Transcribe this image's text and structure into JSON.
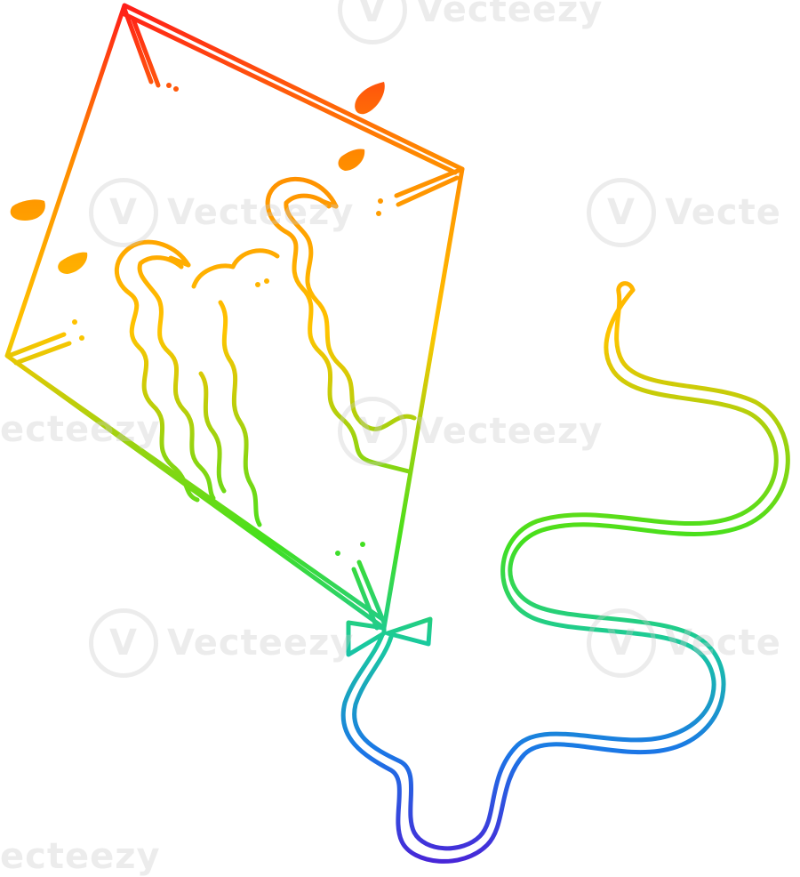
{
  "image": {
    "subject": "kite",
    "style": "rainbow-gradient-line-art",
    "background": "#ffffff"
  },
  "gradient_colors": {
    "red": "#ff1a1a",
    "orange": "#ff8a00",
    "yellow": "#ffc400",
    "green": "#44e01c",
    "teal": "#19c9a0",
    "blue": "#1a78e6",
    "violet": "#4b1fd6"
  },
  "watermark": {
    "brand": "Vecteezy",
    "partial_left": "ecteezy",
    "partial_right": "Vecte",
    "mark_glyph": "V"
  }
}
